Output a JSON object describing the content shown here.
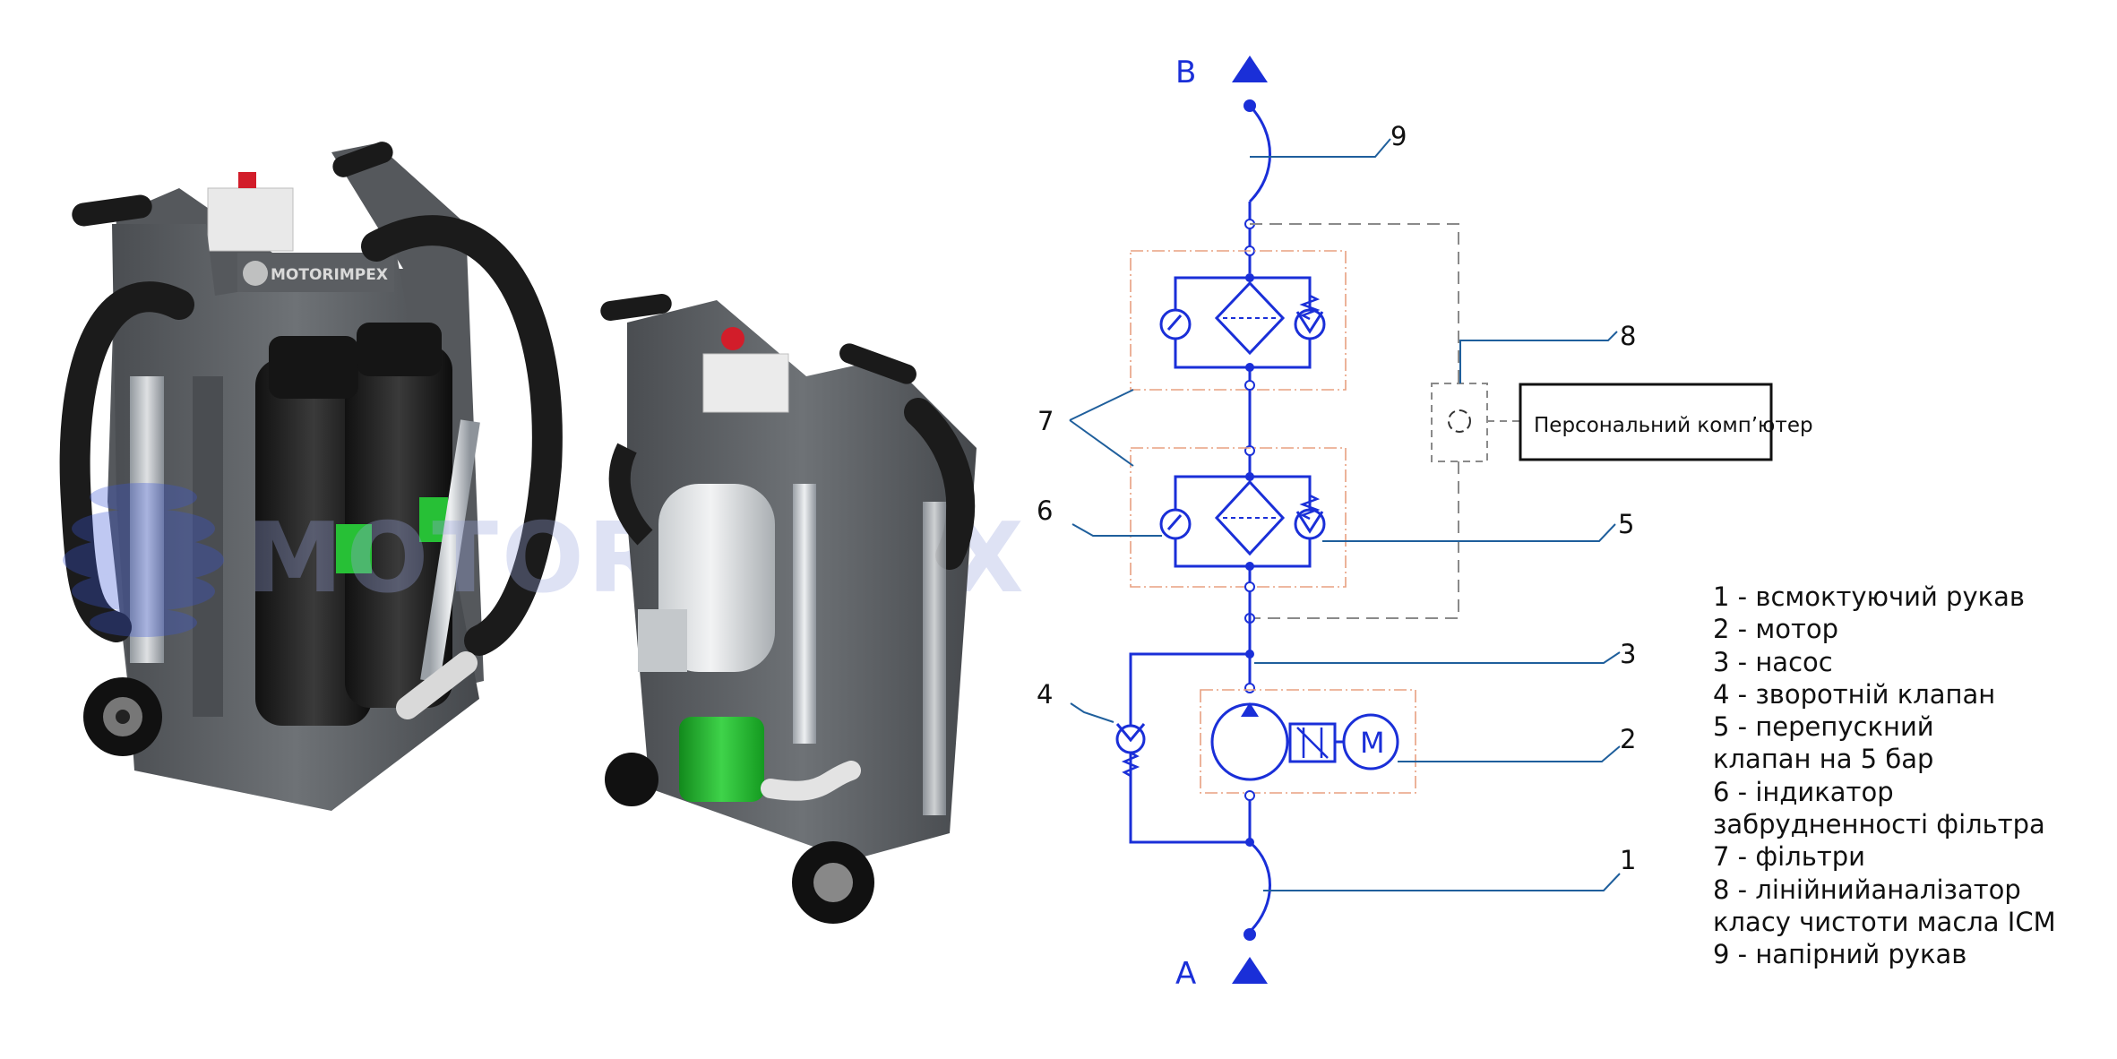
{
  "watermark": "MOTORIMPEX",
  "brand_plate": "MOTORIMPEX",
  "port_labels": {
    "top": "B",
    "bottom": "A"
  },
  "callouts": [
    "1",
    "2",
    "3",
    "4",
    "5",
    "6",
    "7",
    "8",
    "9"
  ],
  "motor_symbol": "M",
  "computer_label": "Персональний комп’ютер",
  "legend": [
    "1 - всмоктуючий рукав",
    "2 - мотор",
    "3 - насос",
    "4 - зворотній клапан",
    "5 - перепускний",
    "клапан на 5 бар",
    "6 - індикатор",
    "забрудненності фільтра",
    "7 - фільтри",
    "8 - лінійнийаналізатор",
    "класу чистоти масла ICM",
    "9 - напірний рукав"
  ],
  "colors": {
    "circuit": "#1a2fd8",
    "leader": "#1f5f9c",
    "component_box": "#e8a080",
    "sensor_dash": "#8a8a8a",
    "cart_body": "#5c5f63",
    "filter_housing": "#1f1f1f",
    "accent_green": "#1fb52b",
    "hose": "#1b1b1b"
  }
}
